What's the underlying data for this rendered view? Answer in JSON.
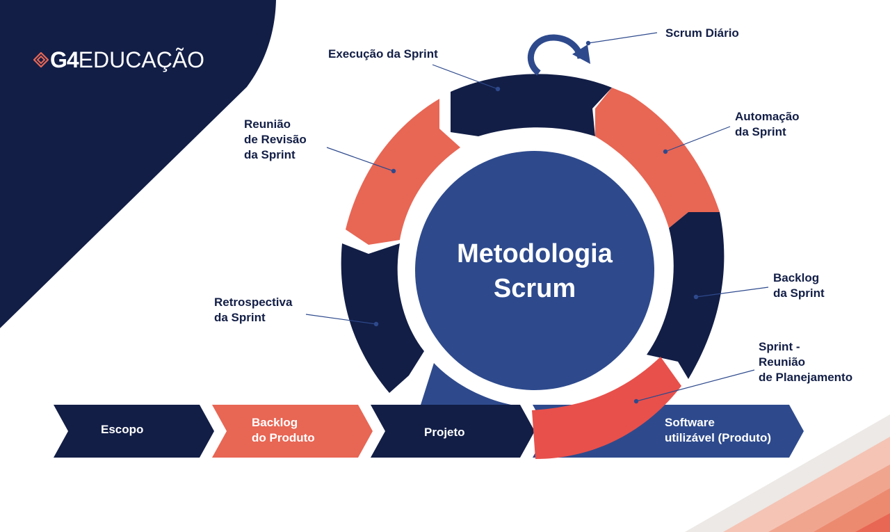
{
  "logo": {
    "prefix": "G4",
    "name": "EDUCAÇÃO"
  },
  "center": {
    "line1": "Metodologia",
    "line2": "Scrum"
  },
  "cycle_labels": {
    "daily": "Scrum Diário",
    "execution": "Execução da Sprint",
    "automation": [
      "Automação",
      "da Sprint"
    ],
    "sprint_backlog": [
      "Backlog",
      "da Sprint"
    ],
    "planning": [
      "Sprint -",
      "Reunião",
      "de Planejamento"
    ],
    "retrospective": [
      "Retrospectiva",
      "da Sprint"
    ],
    "review": [
      "Reunião",
      "de Revisão",
      "da Sprint"
    ]
  },
  "flow_steps": [
    {
      "lines": [
        "Escopo"
      ]
    },
    {
      "lines": [
        "Backlog",
        "do Produto"
      ]
    },
    {
      "lines": [
        "Projeto"
      ]
    },
    {
      "lines": [
        "Software",
        "utilizável (Produto)"
      ]
    }
  ],
  "colors": {
    "navy": "#121e46",
    "coral": "#e86654",
    "red": "#e8504b",
    "blue": "#2e4a8d",
    "white": "#ffffff"
  },
  "icons": {
    "logo_mark": "diamond-logo-icon",
    "daily_loop": "circular-arrow-icon"
  }
}
